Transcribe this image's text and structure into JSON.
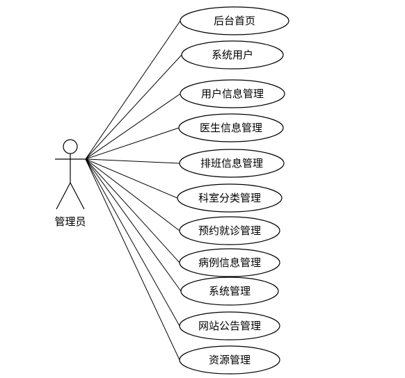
{
  "actor": {
    "label": "管理员"
  },
  "use_cases": [
    {
      "label": "后台首页"
    },
    {
      "label": "系统用户"
    },
    {
      "label": "用户信息管理"
    },
    {
      "label": "医生信息管理"
    },
    {
      "label": "排班信息管理"
    },
    {
      "label": "科室分类管理"
    },
    {
      "label": "预约就诊管理"
    },
    {
      "label": "病例信息管理"
    },
    {
      "label": "系统管理"
    },
    {
      "label": "网站公告管理"
    },
    {
      "label": "资源管理"
    }
  ]
}
